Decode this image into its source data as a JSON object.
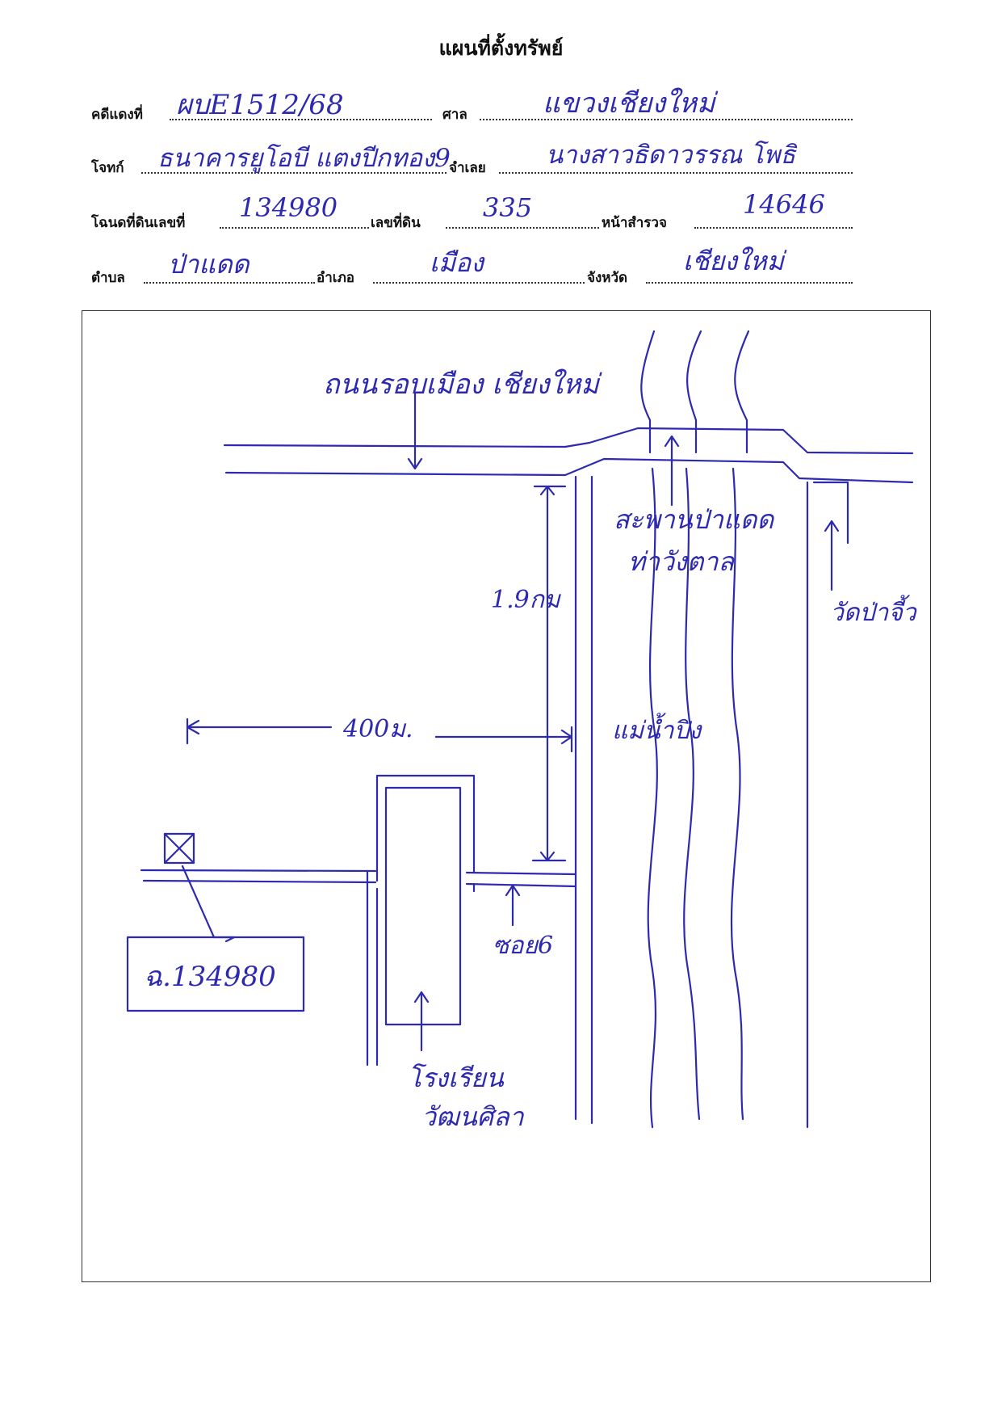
{
  "title": "แผนที่ตั้งทรัพย์",
  "form": {
    "case_no_label": "คดีแดงที่",
    "case_no_value": "ผบE1512/68",
    "court_label": "ศาล",
    "court_value": "แขวงเชียงใหม่",
    "plaintiff_label": "โจทก์",
    "plaintiff_value": "ธนาคารยูโอบี แตงปีกทอง9",
    "defendant_label": "จำเลย",
    "defendant_value": "นางสาวธิดาวรรณ โพธิ",
    "deed_label": "โฉนดที่ดินเลขที่",
    "deed_value": "134980",
    "land_no_label": "เลขที่ดิน",
    "land_no_value": "335",
    "survey_label": "หน้าสำรวจ",
    "survey_value": "14646",
    "subdistrict_label": "ตำบล",
    "subdistrict_value": "ป่าแดด",
    "district_label": "อำเภอ",
    "district_value": "เมือง",
    "province_label": "จังหวัด",
    "province_value": "เชียงใหม่"
  },
  "map": {
    "ring_road": "ถนนรอบเมือง เชียงใหม่",
    "bridge_line1": "สะพานป่าแดด",
    "bridge_line2": "ท่าวังตาล",
    "temple": "วัดป่าจี้ว",
    "distance_vertical": "1.9กม",
    "distance_horizontal": "400ม.",
    "river": "แม่น้ำปิง",
    "soi": "ซอย6",
    "deed_box": "ฉ.134980",
    "school_line1": "โรงเรียน",
    "school_line2": "วัฒนศิลา"
  },
  "colors": {
    "ink": "#2e2ab0",
    "frame": "#333333",
    "paper": "#ffffff"
  }
}
